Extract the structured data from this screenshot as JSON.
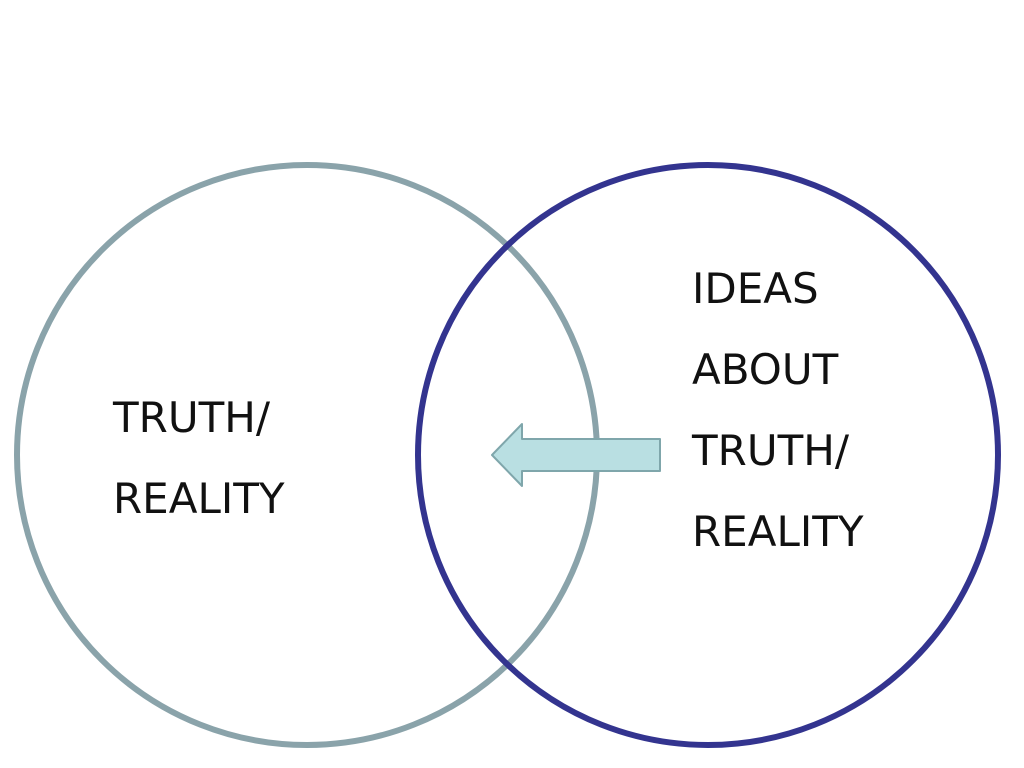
{
  "diagram": {
    "left_circle": {
      "lines": [
        "TRUTH/",
        "REALITY"
      ],
      "stroke_color": "#8aa3aa"
    },
    "right_circle": {
      "lines": [
        "IDEAS",
        "ABOUT",
        "TRUTH/",
        "REALITY"
      ],
      "stroke_color": "#33348f"
    },
    "arrow": {
      "direction": "left",
      "fill_color": "#b9dfe2",
      "stroke_color": "#7fa6ab"
    }
  }
}
